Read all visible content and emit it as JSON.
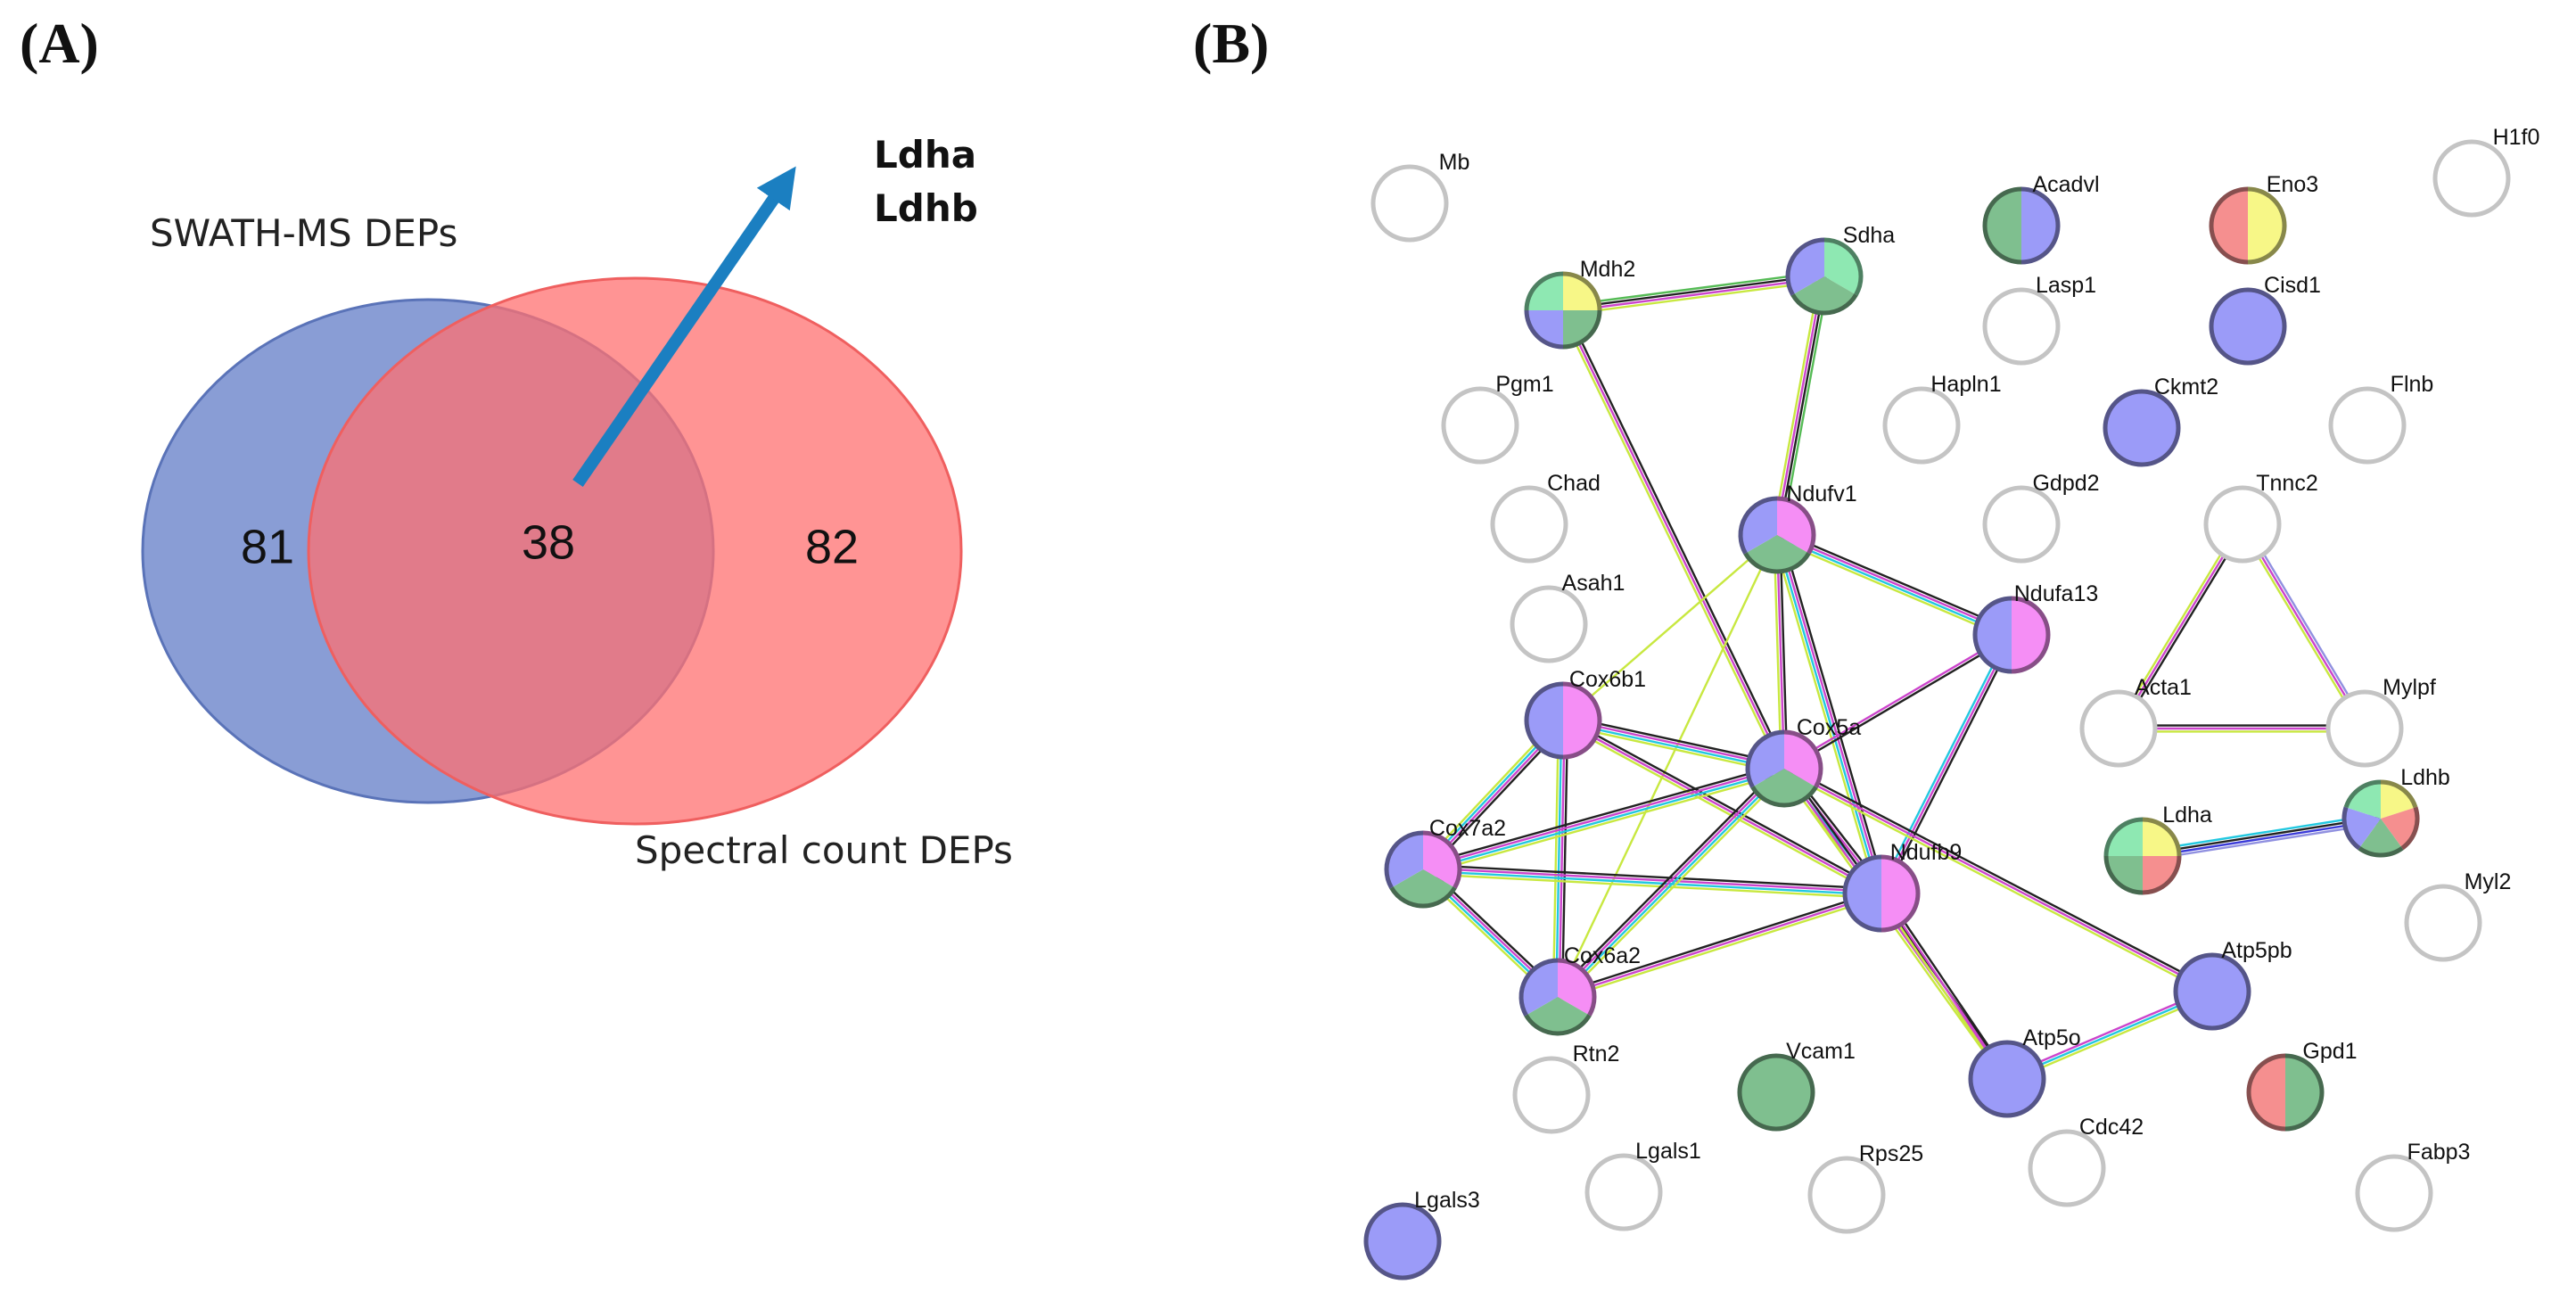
{
  "panel_labels": [
    "(A)",
    "(B)"
  ],
  "venn": {
    "sets": [
      {
        "name": "SWATH-MS DEPs",
        "color": "#6f88cc"
      },
      {
        "name": "Spectral count DEPs",
        "color": "#ff7d7d"
      }
    ],
    "left_only": "81",
    "intersection": "38",
    "right_only": "82",
    "arrow_color": "#1b7fc1",
    "highlighted_genes": [
      "Ldha",
      "Ldhb"
    ]
  },
  "network": {
    "colors": {
      "blue": "#9b9bf8",
      "green": "#7fbf8f",
      "magenta": "#f58ef5",
      "yellow": "#f7f787",
      "red": "#f58f8f",
      "mint": "#8ee8b2",
      "empty_border": "#c4c4c4"
    },
    "nodes": [
      {
        "id": "Mb",
        "fill": []
      },
      {
        "id": "H1f0",
        "fill": []
      },
      {
        "id": "Acadvl",
        "fill": [
          "blue",
          "green"
        ]
      },
      {
        "id": "Eno3",
        "fill": [
          "yellow",
          "red"
        ]
      },
      {
        "id": "Sdha",
        "fill": [
          "mint",
          "green",
          "blue"
        ]
      },
      {
        "id": "Mdh2",
        "fill": [
          "yellow",
          "green",
          "blue",
          "mint"
        ]
      },
      {
        "id": "Lasp1",
        "fill": []
      },
      {
        "id": "Cisd1",
        "fill": [
          "blue"
        ]
      },
      {
        "id": "Pgm1",
        "fill": []
      },
      {
        "id": "Hapln1",
        "fill": []
      },
      {
        "id": "Ckmt2",
        "fill": [
          "blue"
        ]
      },
      {
        "id": "Flnb",
        "fill": []
      },
      {
        "id": "Chad",
        "fill": []
      },
      {
        "id": "Gdpd2",
        "fill": []
      },
      {
        "id": "Tnnc2",
        "fill": []
      },
      {
        "id": "Ndufv1",
        "fill": [
          "magenta",
          "green",
          "blue"
        ]
      },
      {
        "id": "Asah1",
        "fill": []
      },
      {
        "id": "Ndufa13",
        "fill": [
          "magenta",
          "blue"
        ]
      },
      {
        "id": "Cox6b1",
        "fill": [
          "magenta",
          "blue"
        ]
      },
      {
        "id": "Acta1",
        "fill": []
      },
      {
        "id": "Mylpf",
        "fill": []
      },
      {
        "id": "Cox5a",
        "fill": [
          "magenta",
          "green",
          "blue"
        ]
      },
      {
        "id": "Ldhb",
        "fill": [
          "yellow",
          "red",
          "green",
          "blue",
          "mint"
        ]
      },
      {
        "id": "Ldha",
        "fill": [
          "yellow",
          "red",
          "green",
          "mint"
        ]
      },
      {
        "id": "Cox7a2",
        "fill": [
          "magenta",
          "green",
          "blue"
        ]
      },
      {
        "id": "Ndufb9",
        "fill": [
          "magenta",
          "blue"
        ]
      },
      {
        "id": "Myl2",
        "fill": []
      },
      {
        "id": "Cox6a2",
        "fill": [
          "magenta",
          "green",
          "blue"
        ]
      },
      {
        "id": "Atp5pb",
        "fill": [
          "blue"
        ]
      },
      {
        "id": "Rtn2",
        "fill": []
      },
      {
        "id": "Vcam1",
        "fill": [
          "green"
        ]
      },
      {
        "id": "Atp5o",
        "fill": [
          "blue"
        ]
      },
      {
        "id": "Gpd1",
        "fill": [
          "green",
          "red"
        ]
      },
      {
        "id": "Lgals1",
        "fill": []
      },
      {
        "id": "Rps25",
        "fill": []
      },
      {
        "id": "Cdc42",
        "fill": []
      },
      {
        "id": "Fabp3",
        "fill": []
      },
      {
        "id": "Lgals3",
        "fill": [
          "blue"
        ]
      }
    ],
    "edges": [
      {
        "source": "Mdh2",
        "target": "Sdha",
        "evidence": [
          "#55bb55",
          "#222222",
          "#cc44cc",
          "#c8e840"
        ]
      },
      {
        "source": "Sdha",
        "target": "Ndufv1",
        "evidence": [
          "#55bb55",
          "#222222",
          "#cc44cc",
          "#c8e840"
        ]
      },
      {
        "source": "Mdh2",
        "target": "Cox5a",
        "evidence": [
          "#222222",
          "#cc44cc",
          "#c8e840"
        ]
      },
      {
        "source": "Ndufv1",
        "target": "Ndufa13",
        "evidence": [
          "#222222",
          "#cc44cc",
          "#22c8e0",
          "#c8e840"
        ]
      },
      {
        "source": "Ndufv1",
        "target": "Cox5a",
        "evidence": [
          "#222222",
          "#cc44cc",
          "#c8e840"
        ]
      },
      {
        "source": "Ndufv1",
        "target": "Ndufb9",
        "evidence": [
          "#222222",
          "#cc44cc",
          "#22c8e0",
          "#c8e840"
        ]
      },
      {
        "source": "Ndufv1",
        "target": "Cox6b1",
        "evidence": [
          "#c8e840"
        ]
      },
      {
        "source": "Ndufv1",
        "target": "Cox6a2",
        "evidence": [
          "#c8e840"
        ]
      },
      {
        "source": "Ndufa13",
        "target": "Cox5a",
        "evidence": [
          "#222222",
          "#cc44cc"
        ]
      },
      {
        "source": "Ndufa13",
        "target": "Ndufb9",
        "evidence": [
          "#222222",
          "#cc44cc",
          "#22c8e0"
        ]
      },
      {
        "source": "Cox6b1",
        "target": "Cox5a",
        "evidence": [
          "#222222",
          "#cc44cc",
          "#22c8e0",
          "#c8e840"
        ]
      },
      {
        "source": "Cox6b1",
        "target": "Cox7a2",
        "evidence": [
          "#222222",
          "#cc44cc",
          "#22c8e0",
          "#c8e840"
        ]
      },
      {
        "source": "Cox6b1",
        "target": "Cox6a2",
        "evidence": [
          "#222222",
          "#cc44cc",
          "#22c8e0",
          "#c8e840"
        ]
      },
      {
        "source": "Cox6b1",
        "target": "Ndufb9",
        "evidence": [
          "#222222",
          "#cc44cc",
          "#c8e840"
        ]
      },
      {
        "source": "Cox7a2",
        "target": "Cox5a",
        "evidence": [
          "#222222",
          "#cc44cc",
          "#22c8e0",
          "#c8e840"
        ]
      },
      {
        "source": "Cox7a2",
        "target": "Cox6a2",
        "evidence": [
          "#222222",
          "#cc44cc",
          "#22c8e0",
          "#c8e840"
        ]
      },
      {
        "source": "Cox7a2",
        "target": "Ndufb9",
        "evidence": [
          "#222222",
          "#cc44cc",
          "#22c8e0",
          "#c8e840"
        ]
      },
      {
        "source": "Cox6a2",
        "target": "Cox5a",
        "evidence": [
          "#222222",
          "#cc44cc",
          "#22c8e0",
          "#c8e840"
        ]
      },
      {
        "source": "Cox6a2",
        "target": "Ndufb9",
        "evidence": [
          "#222222",
          "#cc44cc",
          "#c8e840"
        ]
      },
      {
        "source": "Cox5a",
        "target": "Ndufb9",
        "evidence": [
          "#222222",
          "#cc44cc",
          "#22c8e0",
          "#c8e840"
        ]
      },
      {
        "source": "Cox5a",
        "target": "Atp5pb",
        "evidence": [
          "#222222",
          "#cc44cc",
          "#c8e840"
        ]
      },
      {
        "source": "Cox5a",
        "target": "Atp5o",
        "evidence": [
          "#222222",
          "#cc44cc",
          "#c8e840"
        ]
      },
      {
        "source": "Ndufb9",
        "target": "Atp5o",
        "evidence": [
          "#222222",
          "#cc44cc",
          "#c8e840"
        ]
      },
      {
        "source": "Atp5o",
        "target": "Atp5pb",
        "evidence": [
          "#cc44cc",
          "#22c8e0",
          "#c8e840"
        ]
      },
      {
        "source": "Tnnc2",
        "target": "Acta1",
        "evidence": [
          "#222222",
          "#cc44cc",
          "#c8e840"
        ]
      },
      {
        "source": "Tnnc2",
        "target": "Mylpf",
        "evidence": [
          "#9090e0",
          "#cc44cc",
          "#c8e840"
        ]
      },
      {
        "source": "Acta1",
        "target": "Mylpf",
        "evidence": [
          "#222222",
          "#cc44cc",
          "#c8e840"
        ]
      },
      {
        "source": "Ldha",
        "target": "Ldhb",
        "evidence": [
          "#22c8e0",
          "#222222",
          "#3a3ad8",
          "#9090e0"
        ]
      }
    ]
  }
}
